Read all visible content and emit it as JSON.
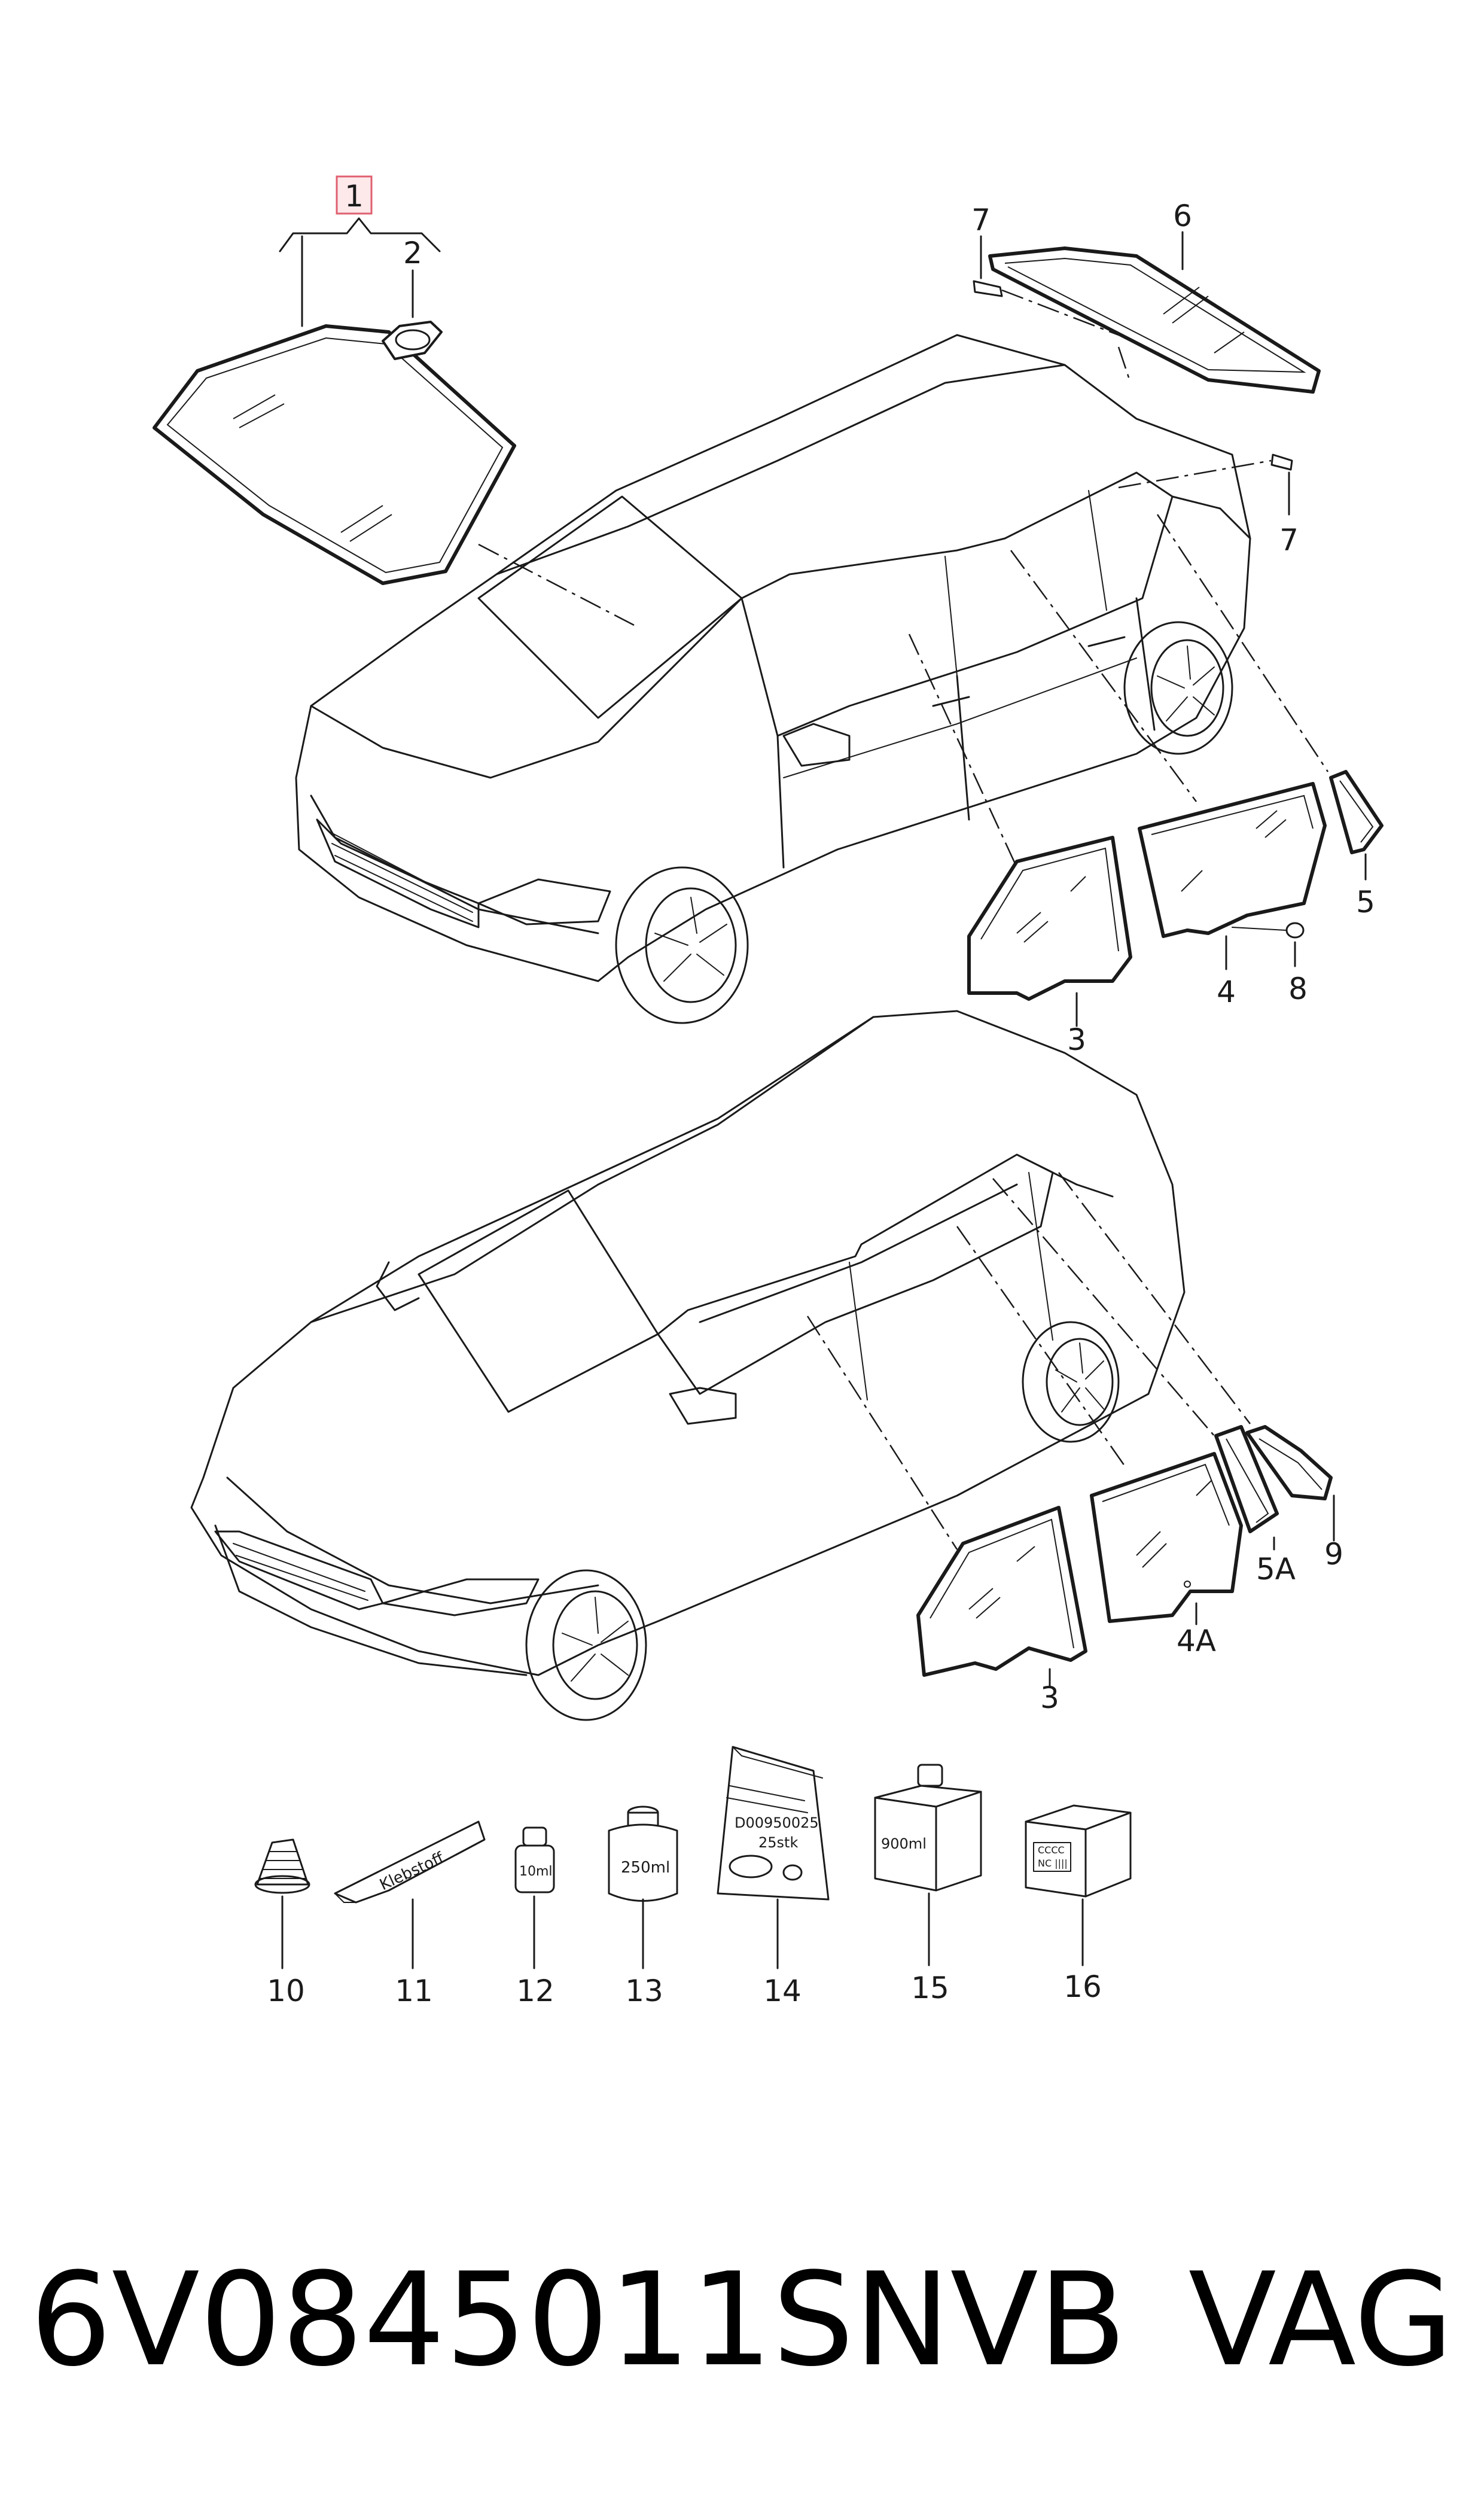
{
  "callouts": {
    "c1": "1",
    "c2": "2",
    "c3_top": "3",
    "c4": "4",
    "c5": "5",
    "c6": "6",
    "c7_top": "7",
    "c7_mid": "7",
    "c8": "8",
    "c3_bottom": "3",
    "c4a": "4A",
    "c5a": "5A",
    "c9": "9",
    "c10": "10",
    "c11": "11",
    "c12": "12",
    "c13": "13",
    "c14": "14",
    "c15": "15",
    "c16": "16"
  },
  "product_labels": {
    "tube": "Klebstoff",
    "bottle_small": "10ml",
    "can": "250ml",
    "bag_code": "D00950025",
    "bag_qty": "25stk",
    "box_volume": "900ml",
    "box_label_1": "CCCC",
    "box_label_2": "NC ||||"
  },
  "footer": {
    "part_number": "6V0845011SNVB",
    "brand": "VAG"
  },
  "colors": {
    "line": "#1a1a1a",
    "highlight_border": "#e06070",
    "highlight_fill": "#fde8ea"
  }
}
